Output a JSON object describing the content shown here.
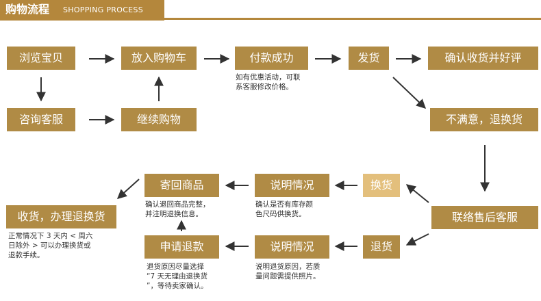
{
  "header": {
    "title": "购物流程",
    "subtitle": "SHOPPING PROCESS"
  },
  "steps": {
    "browse": "浏览宝贝",
    "add_cart": "放入购物车",
    "pay": "付款成功",
    "ship": "发货",
    "confirm": "确认收货并好评",
    "consult": "咨询客服",
    "continue": "继续购物",
    "unsatisfied": "不满意，退换货",
    "after_sales": "联络售后客服",
    "send_back": "寄回商品",
    "explain_exchange": "说明情况",
    "exchange": "换货",
    "receive_refund": "收货，办理退换货",
    "apply_refund": "申请退款",
    "explain_refund": "说明情况",
    "refund": "退货"
  },
  "notes": {
    "pay": [
      "如有优惠活动，可联",
      "系客服修改价格。"
    ],
    "send_back": [
      "确认退回商品完整，",
      "并注明退换信息。"
    ],
    "explain_exchange": [
      "确认是否有库存颜",
      "色尺码供换货。"
    ],
    "receive_refund": [
      "正常情况下 3 天内 < 周六",
      "日除外 > 可以办理换货或",
      "退款手续。"
    ],
    "apply_refund": [
      "退货原因尽量选择",
      "“7 天无理由退换货",
      "”，等待卖家确认。"
    ],
    "explain_refund": [
      "说明退货原因，若质",
      "量问题需提供照片。"
    ]
  },
  "colors": {
    "primary": "#b08b45",
    "light": "#e3bf7c",
    "header": "#b4873c",
    "arrow": "#333333"
  }
}
